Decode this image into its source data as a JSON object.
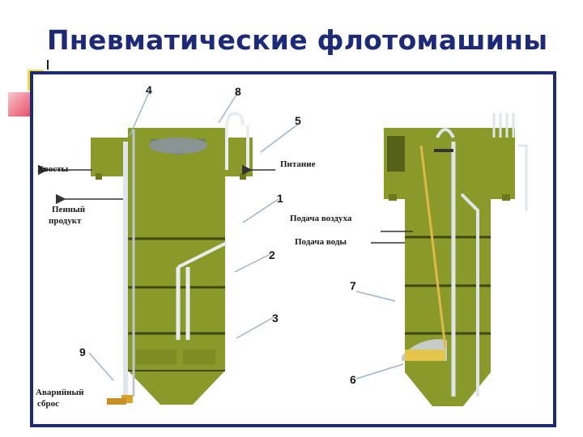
{
  "slide": {
    "title": "Пневматические флотомашины",
    "accent_color": "#1d2a78",
    "tank_color": "#8a9a2a"
  },
  "diagram": {
    "numbers": [
      "1",
      "2",
      "3",
      "4",
      "5",
      "6",
      "7",
      "8",
      "9"
    ],
    "labels": {
      "tails": "Хвосты",
      "foam_line1": "Пенный",
      "foam_line2": "продукт",
      "feed": "Питание",
      "air": "Подача воздуха",
      "water": "Подача воды",
      "emergency_line1": "Аварийный",
      "emergency_line2": "сброс"
    }
  }
}
